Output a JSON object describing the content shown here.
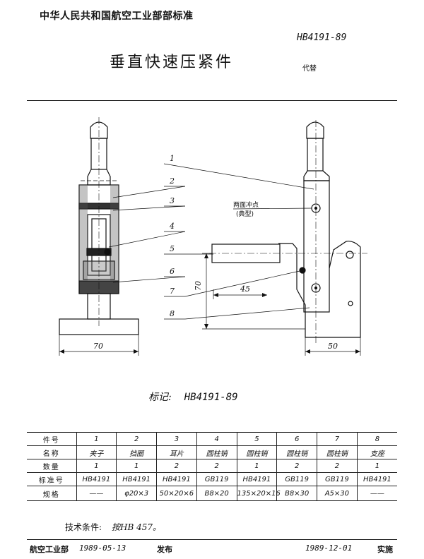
{
  "header": {
    "organization": "中华人民共和国航空工业部部标准",
    "standard_no": "HB4191-89",
    "title": "垂直快速压紧件",
    "replaces": "代替"
  },
  "drawing": {
    "callouts": [
      "1",
      "2",
      "3",
      "4",
      "5",
      "6",
      "7",
      "8"
    ],
    "note_line1": "两面冲点",
    "note_line2": "(典型)",
    "dims": {
      "left_width": "70",
      "right_width": "50",
      "height": "70",
      "arm": "45"
    }
  },
  "marking": {
    "label": "标记:",
    "code": "HB4191-89"
  },
  "parts_table": {
    "rows": [
      {
        "label": "件号",
        "cells": [
          "1",
          "2",
          "3",
          "4",
          "5",
          "6",
          "7",
          "8"
        ]
      },
      {
        "label": "名称",
        "cells": [
          "夹子",
          "挡圈",
          "耳片",
          "圆柱销",
          "圆柱销",
          "圆柱销",
          "圆柱销",
          "支座"
        ]
      },
      {
        "label": "数量",
        "cells": [
          "1",
          "1",
          "2",
          "2",
          "1",
          "2",
          "2",
          "1"
        ]
      },
      {
        "label": "标准号",
        "cells": [
          "HB4191",
          "HB4191",
          "HB4191",
          "GB119",
          "HB4191",
          "GB119",
          "GB119",
          "HB4191"
        ]
      },
      {
        "label": "规格",
        "cells": [
          "——",
          "φ20×3",
          "50×20×6",
          "B8×20",
          "135×20×16",
          "B8×30",
          "A5×30",
          "——"
        ]
      }
    ]
  },
  "tech": {
    "label": "技术条件:",
    "value": "按HB 457。"
  },
  "footer": {
    "publisher": "航空工业部",
    "issue_date": "1989-05-13",
    "issue_word": "发布",
    "effective_date": "1989-12-01",
    "effective_word": "实施"
  }
}
